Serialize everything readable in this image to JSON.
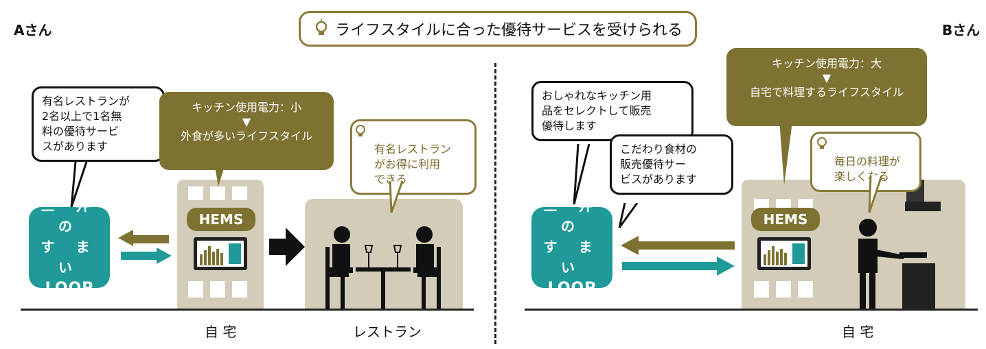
{
  "title": "ライフスタイルに合った優待サービスを受けられる",
  "left": {
    "person": "Aさん",
    "loop": {
      "line1": "三 井 の",
      "line2": "す ま い",
      "line3": "LOOP"
    },
    "bubble_info": "有名レストランが\n2名以上で1名無\n料の優待サービ\nスがあります",
    "usage_bubble": {
      "line1": "キッチン使用電力：小",
      "arrow": "▼",
      "line2": "外食が多いライフスタイル"
    },
    "benefit_bubble": "有名レストラン\nがお得に利用\nできる",
    "hems": "HEMS",
    "caption_home": "自 宅",
    "caption_restaurant": "レストラン"
  },
  "right": {
    "person": "Bさん",
    "loop": {
      "line1": "三 井 の",
      "line2": "す ま い",
      "line3": "LOOP"
    },
    "bubble_kitchen": "おしゃれなキッチン用\n品をセレクトして販売\n優待します",
    "bubble_food": "こだわり食材の\n販売優待サー\nビスがあります",
    "usage_bubble": {
      "line1": "キッチン使用電力：大",
      "arrow": "▼",
      "line2": "自宅で料理するライフスタイル"
    },
    "benefit_bubble": "毎日の料理が\n楽しくなる",
    "hems": "HEMS",
    "caption_home": "自 宅"
  },
  "colors": {
    "teal": "#1f9a98",
    "olive": "#7e7232",
    "beige": "#d2ccb8",
    "gold_border": "#8a7a3a"
  }
}
